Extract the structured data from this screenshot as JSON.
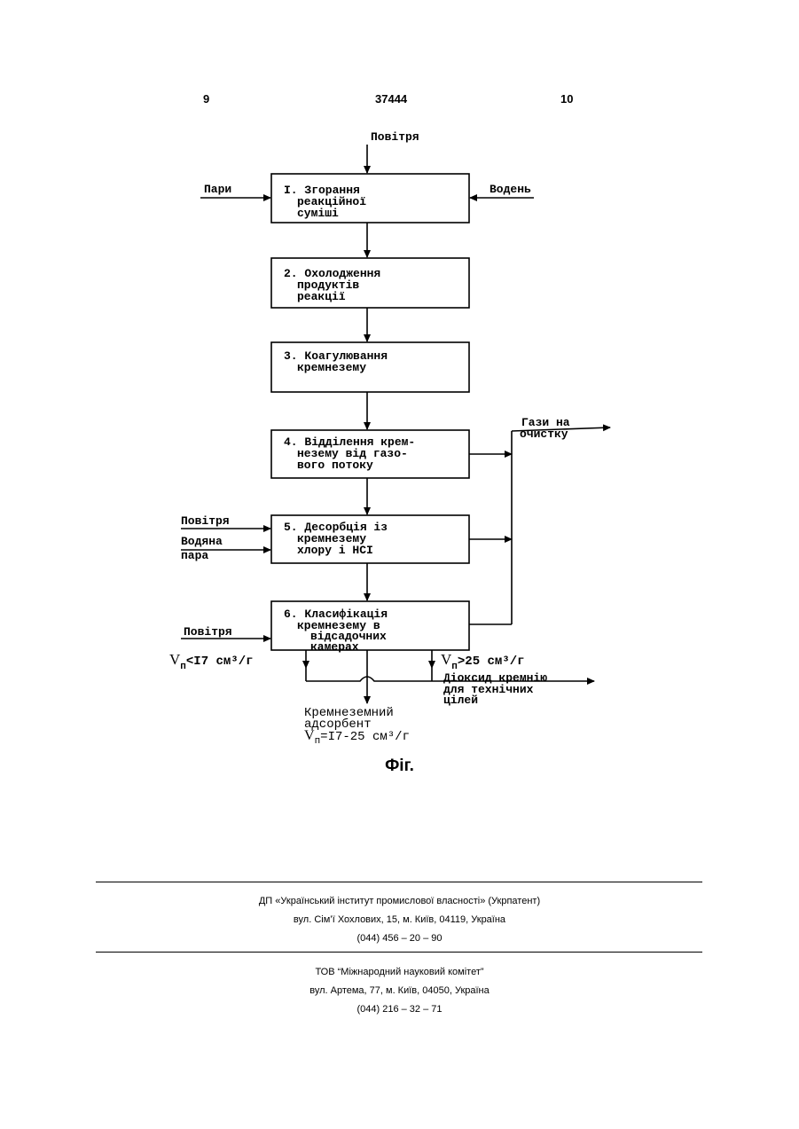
{
  "header": {
    "page_left": "9",
    "patent_number": "37444",
    "page_right": "10"
  },
  "figure": {
    "boxes": [
      {
        "lines": [
          "I. Згорання",
          "реакційної",
          "суміші"
        ]
      },
      {
        "lines": [
          "2. Охолодження",
          "продуктів",
          "реакції"
        ]
      },
      {
        "lines": [
          "3. Коагулювання",
          "кремнезему"
        ]
      },
      {
        "lines": [
          "4. Відділення крем-",
          "незему від газо-",
          "вого потоку"
        ]
      },
      {
        "lines": [
          "5. Десорбція із",
          "кремнезему",
          "хлору і HCI"
        ]
      },
      {
        "lines": [
          "6. Класифікація",
          "кремнезему в",
          "відсадочних",
          "камерах"
        ]
      }
    ],
    "inputs": {
      "air_top": "Повітря",
      "vapors": "Пари",
      "hydrogen": "Водень",
      "air_5": "Повітря",
      "steam_line1": "Водяна",
      "steam_line2": "пара",
      "air_6": "Повітря"
    },
    "outputs": {
      "gases_line1": "Гази на",
      "gases_line2": "очистку",
      "v_low_sym": "V",
      "v_low_sub": "п",
      "v_low_rest": "<I7 см³/г",
      "v_high_sym": "V",
      "v_high_sub": "п",
      "v_high_rest": ">25 см³/г",
      "dioxide_line1": "Діоксид кремнію",
      "dioxide_line2": "для технічних",
      "dioxide_line3": "цілей",
      "adsorbent_line1": "Кремнеземний",
      "adsorbent_line2": "адсорбент",
      "v_mid_sym": "V",
      "v_mid_sub": "п",
      "v_mid_rest": "=I7-25 см³/г"
    },
    "caption": "Фіг."
  },
  "footer": {
    "org1_name": "ДП «Український інститут промислової власності» (Укрпатент)",
    "org1_address": "вул. Сім’ї Хохлових, 15, м. Київ, 04119, Україна",
    "org1_phone": "(044) 456 – 20 –  90",
    "org2_name": "ТОВ “Міжнародний науковий комітет”",
    "org2_address": "вул. Артема, 77, м. Київ, 04050, Україна",
    "org2_phone": "(044) 216 – 32 – 71"
  }
}
